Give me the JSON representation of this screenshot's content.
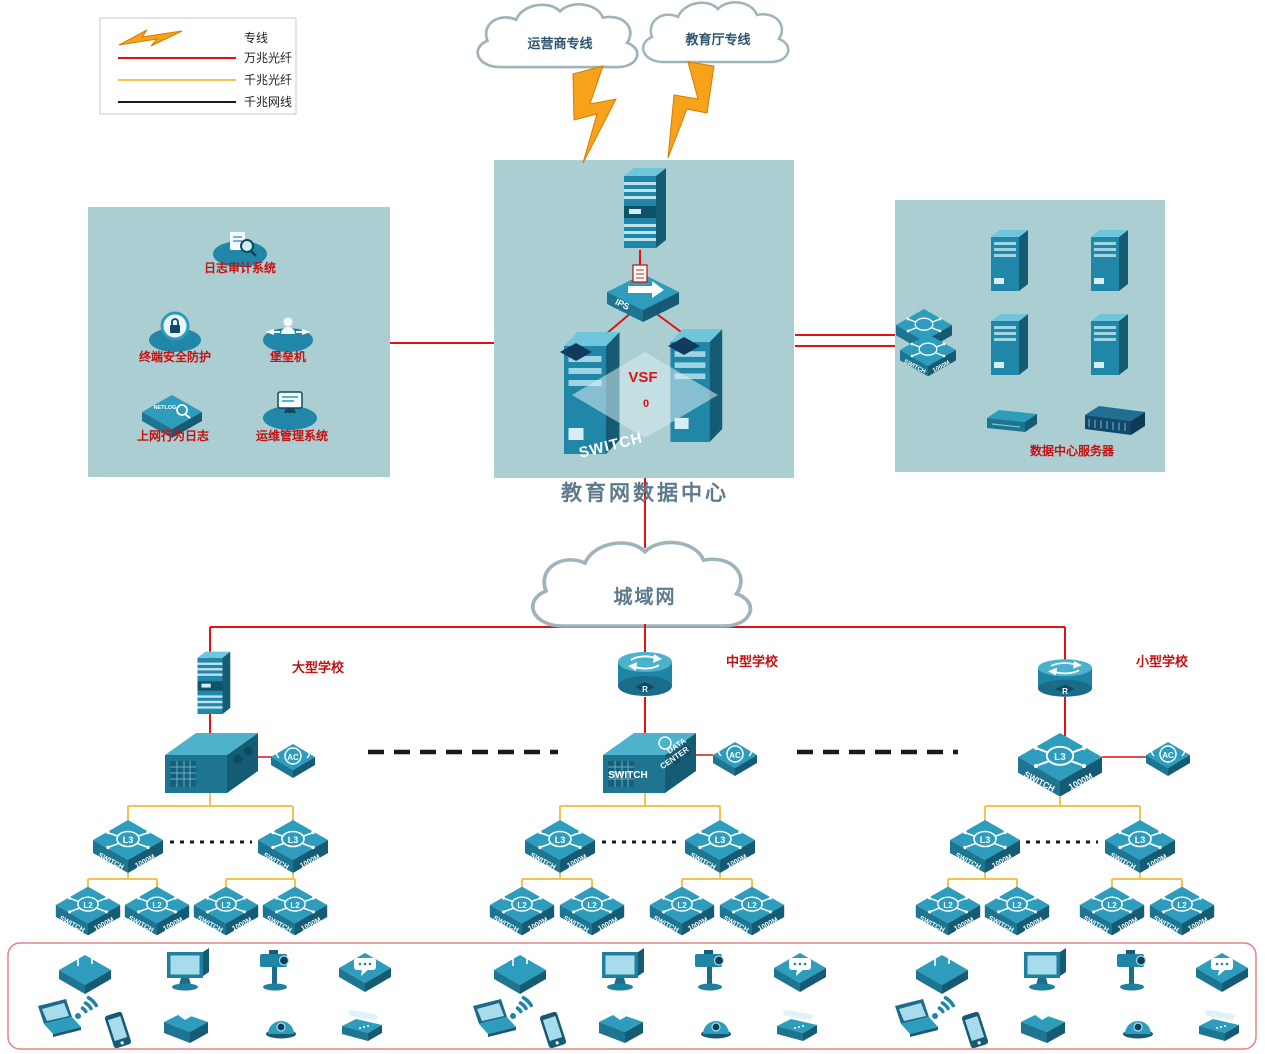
{
  "legend": {
    "items": [
      {
        "label": "专线",
        "type": "lightning"
      },
      {
        "label": "万兆光纤",
        "type": "red-line"
      },
      {
        "label": "千兆光纤",
        "type": "yellow-line"
      },
      {
        "label": "千兆网线",
        "type": "black-line"
      }
    ]
  },
  "clouds": {
    "carrier_line": "运营商专线",
    "edu_line": "教育厅专线",
    "metro": "城域网"
  },
  "data_center": {
    "title": "教育网数据中心",
    "vsf": "VSF",
    "switch_text": "SWITCH",
    "ips": "IPS",
    "zero": "0"
  },
  "security_zone": {
    "items": [
      {
        "label": "日志审计系统"
      },
      {
        "label": "终端安全防护"
      },
      {
        "label": "堡垒机"
      },
      {
        "label": "上网行为日志"
      },
      {
        "label": "运维管理系统"
      }
    ],
    "netlog": "NETLOG"
  },
  "server_zone": {
    "title": "数据中心服务器"
  },
  "schools": [
    {
      "name": "大型学校"
    },
    {
      "name": "中型学校"
    },
    {
      "name": "小型学校"
    }
  ],
  "mid_core": {
    "data": "DATA",
    "center": "CENTER"
  },
  "labels": {
    "switch": "SWITCH",
    "m1000": "1000M",
    "l3": "L3",
    "l2": "L2",
    "ac": "AC",
    "r": "R"
  },
  "colors": {
    "line_10g_fiber": "#e01212",
    "line_1g_fiber": "#f3c24f",
    "line_1g_copper": "#1a1a1a",
    "zone_bg": "#abced3",
    "device_teal": "#2e9cbd",
    "label_red": "#c41111",
    "lightning_orange": "#f6a21a"
  }
}
